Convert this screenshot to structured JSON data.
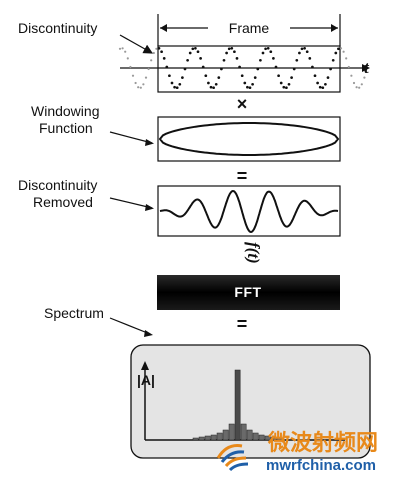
{
  "labels": {
    "discontinuity": "Discontinuity",
    "frame": "Frame",
    "t": "t",
    "windowing_line1": "Windowing",
    "windowing_line2": "Function",
    "times_symbol": "×",
    "equals_symbol_1": "=",
    "removed_line1": "Discontinuity",
    "removed_line2": "Removed",
    "ft": "f(t)",
    "fft": "FFT",
    "equals_symbol_2": "=",
    "spectrum": "Spectrum",
    "amplitude": "|A|"
  },
  "watermark": {
    "chinese": "微波射频网",
    "url": "mwrfchina.com"
  },
  "colors": {
    "stroke": "#111111",
    "fft_bar": "#0d0d0d",
    "panel_fill": "#e4e4e4",
    "watermark_orange": "#e8891a",
    "watermark_blue": "#1f5fa8"
  }
}
